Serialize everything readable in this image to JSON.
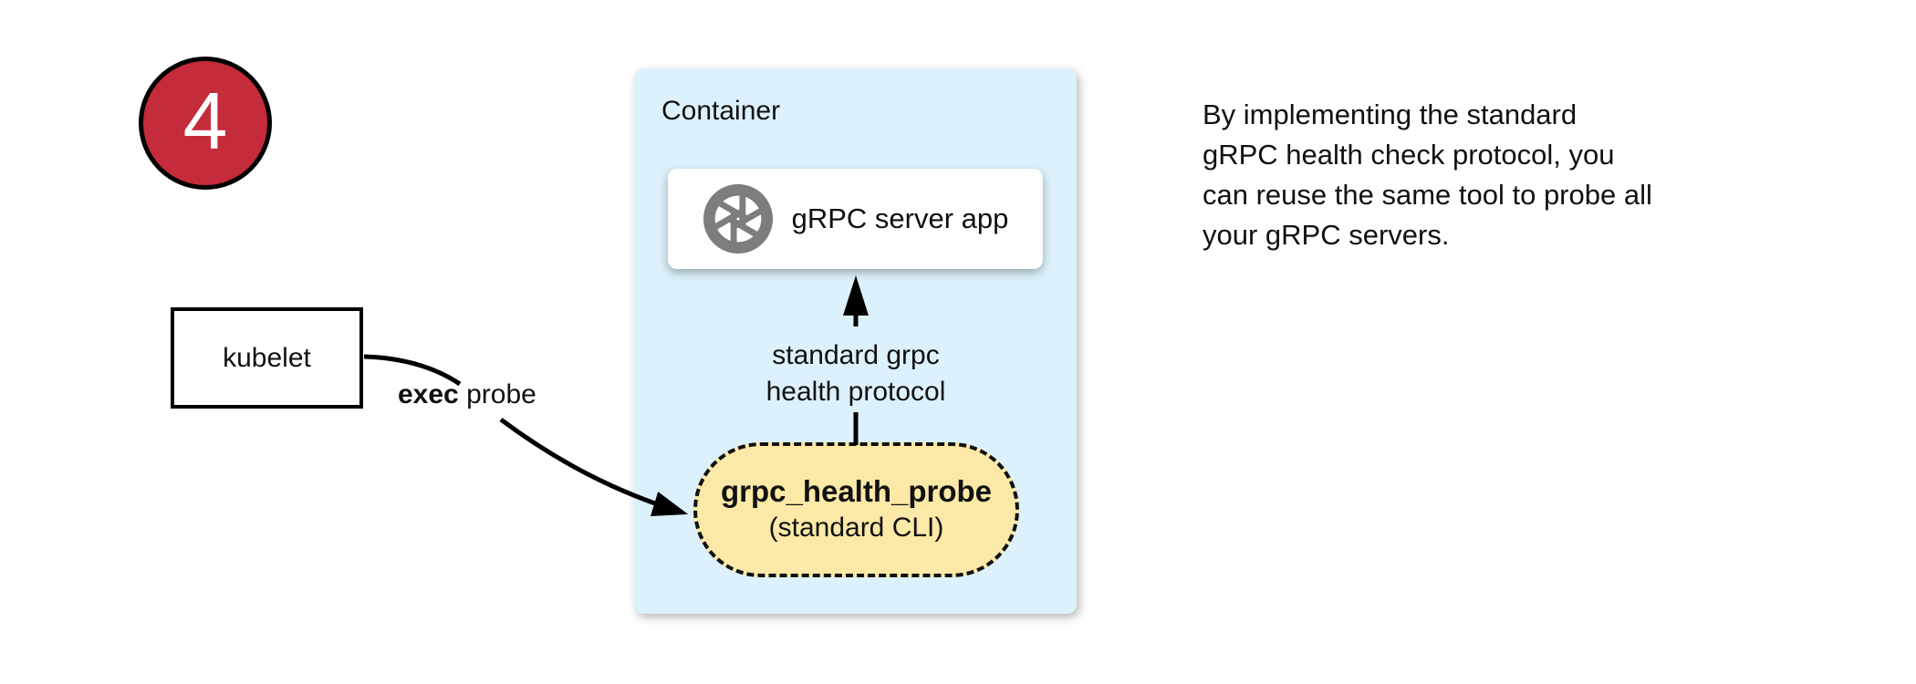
{
  "badge": {
    "number": "4"
  },
  "kubelet_box": {
    "label": "kubelet"
  },
  "exec_probe": {
    "bold_word": "exec",
    "rest": " probe"
  },
  "container": {
    "title": "Container",
    "server_box": {
      "label": "gRPC server app",
      "icon": "aperture-icon"
    },
    "protocol_arrow_label": {
      "line1": "standard grpc",
      "line2": "health protocol"
    },
    "probe_box": {
      "title": "grpc_health_probe",
      "subtitle": "(standard CLI)"
    }
  },
  "annotation": {
    "text": "By implementing the standard gRPC health check protocol, you can reuse the same tool to probe all your gRPC servers.",
    "lines": [
      "By implementing the standard",
      "gRPC health check protocol, you",
      "can reuse the same tool to probe all",
      "your gRPC servers."
    ]
  },
  "colors": {
    "badge_red": "#c42b3b",
    "container_blue": "#dcf1fb",
    "probe_yellow": "#fce9a7",
    "icon_gray": "#7d7d7d",
    "line_black": "#000000"
  }
}
